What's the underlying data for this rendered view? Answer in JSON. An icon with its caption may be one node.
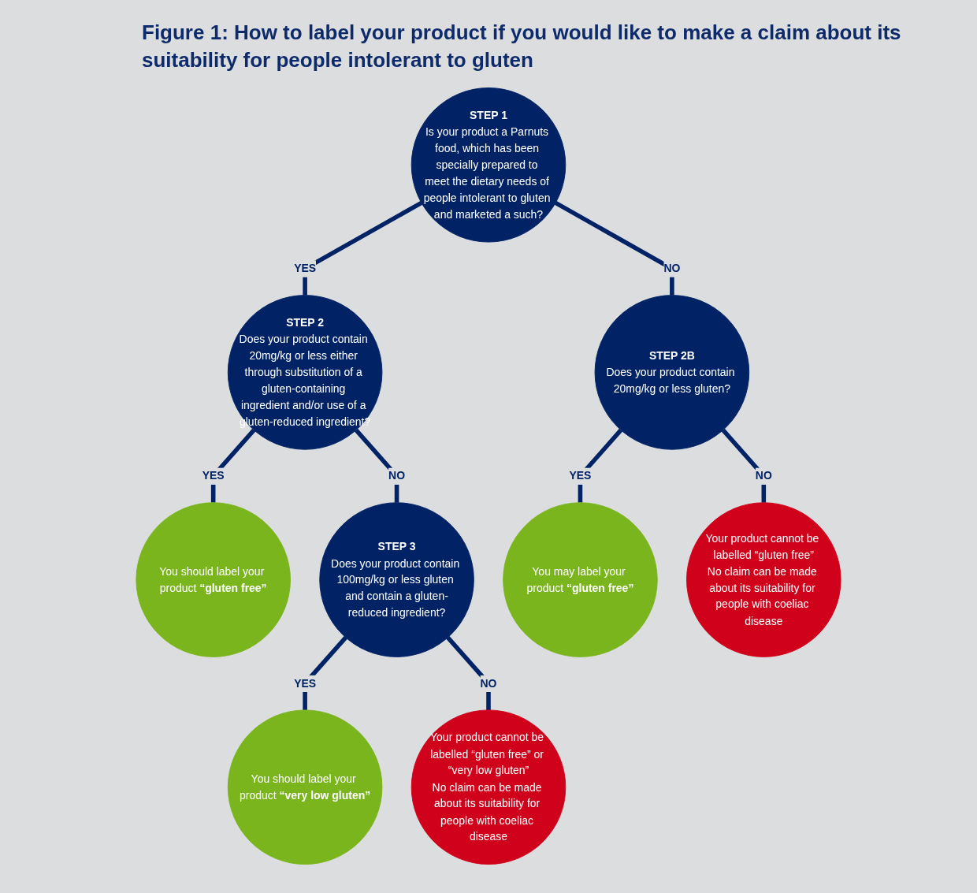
{
  "diagram": {
    "title": "Figure 1: How to label your product if you would like to make a claim about its suitability for people intolerant to gluten",
    "nodes": [
      {
        "text": [
          "STEP 1",
          "Is your product a Parnuts food, which has been specially prepared to meet the dietary needs of people intolerant to gluten and marketed a such?"
        ]
      },
      {
        "text": [
          "STEP 2",
          "Does your product contain 20mg/kg or less either through substitution of a gluten-containing ingredient and/or use of a gluten-reduced ingredient?"
        ]
      },
      {
        "text": [
          "STEP 2B",
          "Does your product contain 20mg/kg or less gluten?"
        ]
      },
      {
        "text": [
          "You should label your product **“gluten free”**"
        ]
      },
      {
        "text": [
          "STEP 3",
          "Does your product contain 100mg/kg or less gluten and contain a gluten-reduced ingredient?"
        ]
      },
      {
        "text": [
          "You may label your product **“gluten free”**"
        ]
      },
      {
        "text": [
          "Your product cannot be labelled “gluten free”",
          "No claim can be made about its suitability for people with coeliac disease"
        ]
      },
      {
        "text": [
          "You should label your product **“very low gluten”**"
        ]
      },
      {
        "text": [
          "Your product cannot be labelled “gluten free” or “very low gluten”",
          "No claim can be made about its suitability for people with coeliac disease"
        ]
      }
    ],
    "edges": [
      {
        "from": 0,
        "to": 1,
        "arrow": "none",
        "label": "YES"
      },
      {
        "from": 0,
        "to": 2,
        "arrow": "none",
        "label": "NO"
      },
      {
        "from": 1,
        "to": 3,
        "arrow": "none",
        "label": "YES"
      },
      {
        "from": 1,
        "to": 4,
        "arrow": "none",
        "label": "NO"
      },
      {
        "from": 2,
        "to": 5,
        "arrow": "none",
        "label": "YES"
      },
      {
        "from": 2,
        "to": 6,
        "arrow": "none",
        "label": "NO"
      },
      {
        "from": 4,
        "to": 7,
        "arrow": "none",
        "label": "YES"
      },
      {
        "from": 4,
        "to": 8,
        "arrow": "none",
        "label": "NO"
      }
    ]
  }
}
